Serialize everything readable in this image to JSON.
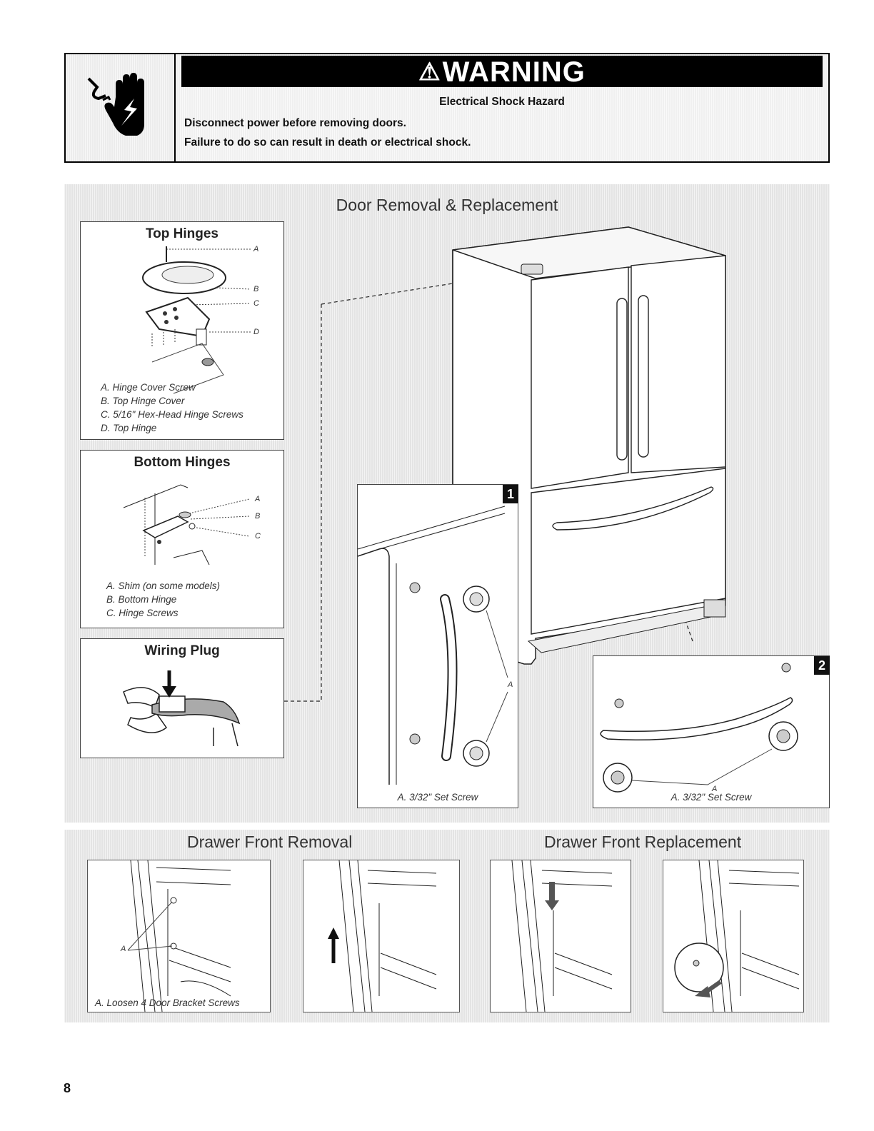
{
  "warning": {
    "banner": "WARNING",
    "hazard_title": "Electrical Shock Hazard",
    "line1": "Disconnect power before removing doors.",
    "line2": "Failure to do so can result in death or electrical shock.",
    "icon": "electric-shock-hand-icon"
  },
  "door_section": {
    "title": "Door Removal & Replacement",
    "top_hinges": {
      "title": "Top Hinges",
      "letters": [
        "A",
        "B",
        "C",
        "D"
      ],
      "legend": [
        "A. Hinge Cover Screw",
        "B. Top Hinge Cover",
        "C. 5/16\" Hex-Head Hinge Screws",
        "D. Top Hinge"
      ]
    },
    "bottom_hinges": {
      "title": "Bottom Hinges",
      "letters": [
        "A",
        "B",
        "C"
      ],
      "legend": [
        "A. Shim (on some models)",
        "B. Bottom Hinge",
        "C. Hinge Screws"
      ]
    },
    "wiring_plug": {
      "title": "Wiring Plug"
    },
    "step1": {
      "badge": "1",
      "letter": "A",
      "caption": "A. 3/32\" Set Screw"
    },
    "step2": {
      "badge": "2",
      "letter": "A",
      "caption": "A. 3/32\" Set Screw"
    }
  },
  "drawer_section": {
    "removal_title": "Drawer Front Removal",
    "replacement_title": "Drawer Front Replacement",
    "panel1": {
      "letter": "A",
      "caption": "A. Loosen 4 Door Bracket Screws"
    }
  },
  "page_number": "8"
}
